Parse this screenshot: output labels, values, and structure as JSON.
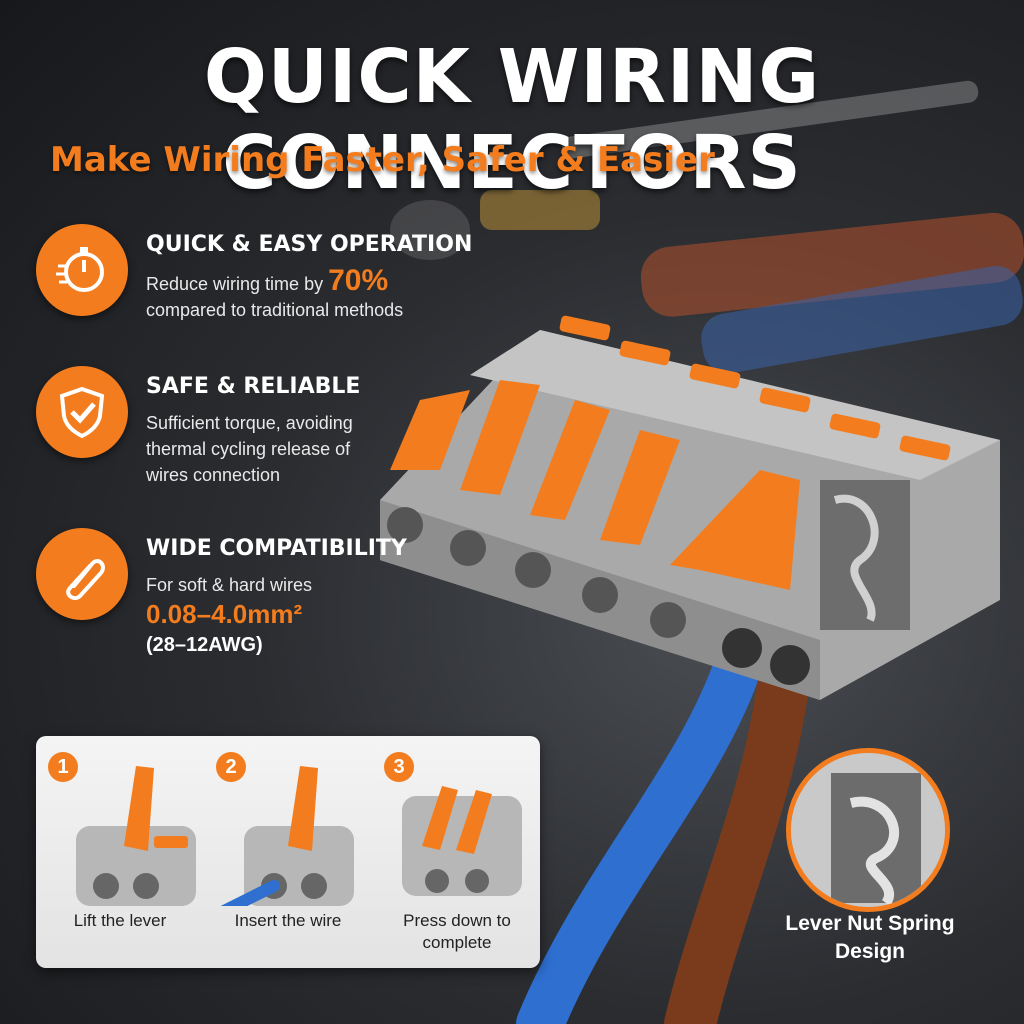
{
  "title": "QUICK WIRING CONNECTORS",
  "subtitle": "Make Wiring Faster, Safer & Easier",
  "features": [
    {
      "title": "QUICK & EASY OPERATION",
      "desc_prefix": "Reduce wiring time by",
      "highlight": "70%",
      "desc_suffix": "compared to traditional methods",
      "icon": "stopwatch-icon"
    },
    {
      "title": "SAFE & RELIABLE",
      "desc": "Sufficient torque, avoiding thermal cycling release of wires connection",
      "icon": "shield-check-icon"
    },
    {
      "title": "WIDE COMPATIBILITY",
      "desc": "For soft & hard wires",
      "spec": "0.08–4.0mm²",
      "awg": "(28–12AWG)",
      "icon": "paperclip-icon"
    }
  ],
  "steps": [
    {
      "num": "1",
      "label": "Lift the lever"
    },
    {
      "num": "2",
      "label": "Insert the wire"
    },
    {
      "num": "3",
      "label": "Press down to complete"
    }
  ],
  "detail_label": "Lever Nut Spring Design",
  "colors": {
    "accent": "#f37d1e",
    "connector": "#b9b9b9",
    "wire_blue": "#2f6fd0",
    "wire_brown": "#7a3b1d"
  }
}
